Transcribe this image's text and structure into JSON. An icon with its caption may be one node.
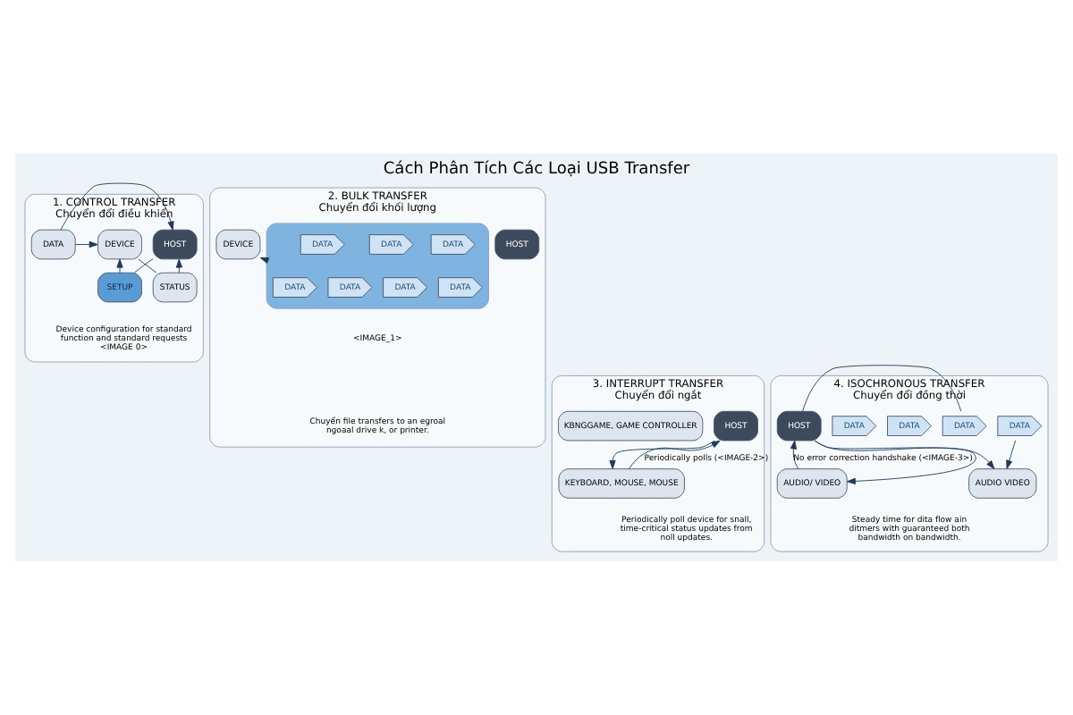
{
  "diagram": {
    "title": "Cách Phân Tích Các Loại USB Transfer",
    "nodes": [
      {
        "text": [
          "1. CONTROL TRANSFER",
          "Chuyển đổi điều khiển"
        ]
      },
      {
        "text": [
          "HOST"
        ],
        "in": 0
      },
      {
        "text": [
          "SETUP"
        ],
        "in": 0
      },
      {
        "text": [
          "DATA"
        ],
        "in": 0
      },
      {
        "text": [
          "STATUS"
        ],
        "in": 0
      },
      {
        "text": [
          "DEVICE"
        ],
        "in": 0
      },
      {
        "text": [
          "2. BULK TRANSFER",
          "Chuyển đổi khối lượng"
        ]
      },
      {
        "text": [
          "HOST"
        ],
        "in": 6
      },
      {
        "text": [],
        "shape": "arrow",
        "in": 6
      },
      {
        "text": [
          "DATA"
        ],
        "in": 8
      },
      {
        "text": [
          "DATA"
        ],
        "in": 8
      },
      {
        "text": [
          "DATA"
        ],
        "in": 8
      },
      {
        "text": [
          "DATA"
        ],
        "in": 8
      },
      {
        "text": [
          "DATA"
        ],
        "in": 8
      },
      {
        "text": [
          "DATA"
        ],
        "in": 8
      },
      {
        "text": [
          "DATA"
        ],
        "in": 8
      },
      {
        "text": [
          "DEVICE"
        ],
        "in": 6
      },
      {
        "text": [
          "3. INTERRUPT TRANSFER",
          "Chuyển đổi ngắt"
        ]
      },
      {
        "text": [
          "HOST"
        ],
        "in": 17
      },
      {
        "text": [
          "KEYBOARD, MOUSE, MOUSE"
        ],
        "in": 17
      },
      {
        "text": [
          "KBNGGAME, GAME CONTROLLER"
        ],
        "in": 17
      },
      {
        "text": [
          "4. ISOCHRONOUS TRANSFER",
          "Chuyển đổi đồng thời"
        ]
      },
      {
        "text": [
          "HOST"
        ],
        "in": 21
      },
      {
        "text": [
          "DATA"
        ],
        "in": 21
      },
      {
        "text": [
          "DATA"
        ],
        "in": 21
      },
      {
        "text": [
          "DATA"
        ],
        "in": 21
      },
      {
        "text": [
          "DATA"
        ],
        "in": 21
      },
      {
        "text": [
          "AUDIO VIDEO"
        ],
        "in": 21
      },
      {
        "text": [
          "AUDIO/ VIDEO"
        ],
        "in": 21
      }
    ],
    "edges": [
      {
        "from": 1,
        "to": 2,
        "arrow": "none"
      },
      {
        "from": 2,
        "to": 5,
        "arrow": "to"
      },
      {
        "from": 3,
        "to": 1,
        "arrow": "to"
      },
      {
        "from": 3,
        "to": 5,
        "arrow": "to"
      },
      {
        "from": 5,
        "to": 4,
        "arrow": "none"
      },
      {
        "from": 4,
        "to": 1,
        "arrow": "to"
      },
      {
        "from": 8,
        "to": 16,
        "arrow": "to"
      },
      {
        "from": 18,
        "to": 19,
        "arrow": "to"
      },
      {
        "from": 19,
        "to": 18,
        "arrow": "to",
        "label": "Periodically polls (<IMAGE-2>)"
      },
      {
        "from": 22,
        "to": 23,
        "arrow": "none"
      },
      {
        "from": 26,
        "to": 27,
        "arrow": "to"
      },
      {
        "from": 22,
        "to": 27,
        "arrow": "to"
      },
      {
        "from": 22,
        "to": 28,
        "arrow": "to"
      },
      {
        "from": 28,
        "to": 22,
        "arrow": "to",
        "label": "No error correction handshake (<IMAGE-3>)"
      }
    ],
    "labels": [
      "Device configuration for standard function and standard requests <IMAGE 0>",
      "<IMAGE_1>",
      "Chuyển file transfers to an egroal ngoaal drive k, or printer.",
      "Periodically poll device for snall, time-critical status updates from noll updates.",
      "Steady time for dita flow ain ditmers with guaranteed both bandwidth on bandwidth."
    ]
  }
}
